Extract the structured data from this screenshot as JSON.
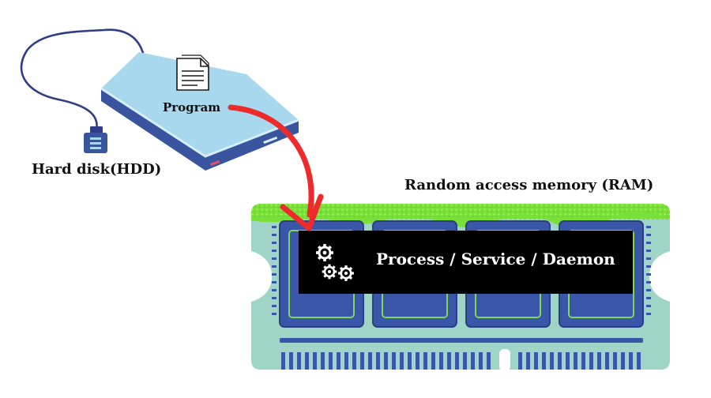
{
  "hdd": {
    "label": "Hard disk(HDD)",
    "program_label": "Program",
    "icons": [
      "usb-cable-icon",
      "usb-plug-icon",
      "document-icon"
    ]
  },
  "ram": {
    "label": "Random access memory (RAM)",
    "process_label": "Process / Service / Daemon",
    "icons": [
      "gears-icon"
    ]
  },
  "arrow": {
    "from": "Program",
    "to": "Random access memory (RAM)"
  },
  "colors": {
    "hdd_top": "#a8d8ee",
    "hdd_side": "#3a55a0",
    "ram_board": "#9fd5c6",
    "ram_chip": "#3a56a8",
    "ram_chip_inner_line": "#7ed957",
    "ram_top_spray": "#7bdf3a",
    "process_band": "#000000",
    "arrow": "#ee2b2b",
    "text": "#111111"
  }
}
